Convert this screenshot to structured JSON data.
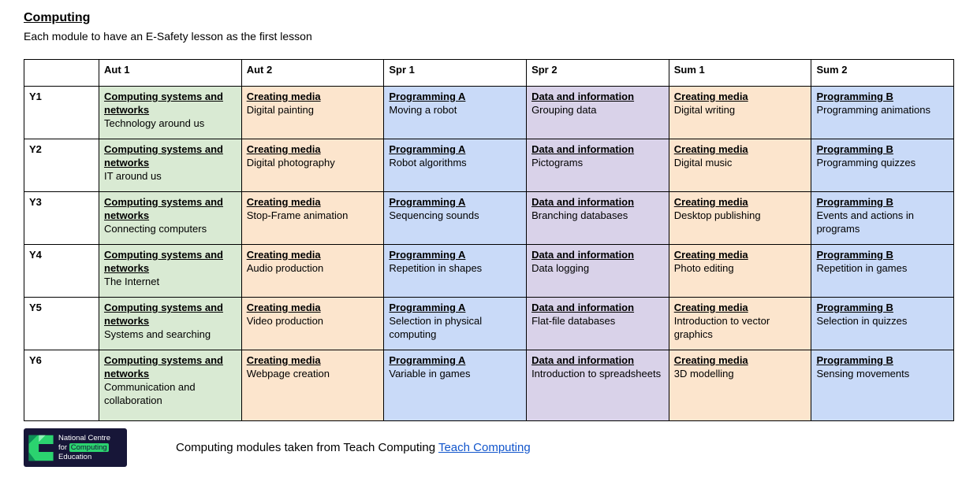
{
  "page": {
    "title": "Computing",
    "subtitle": "Each module to have an E-Safety lesson as the first lesson"
  },
  "colors": {
    "green": "#d9ead3",
    "orange": "#fce5cd",
    "blue": "#c9daf8",
    "purple": "#d9d2e9"
  },
  "table": {
    "headers": [
      "",
      "Aut 1",
      "Aut 2",
      "Spr 1",
      "Spr 2",
      "Sum 1",
      "Sum 2"
    ],
    "rows": [
      {
        "year": "Y1",
        "cells": [
          {
            "category": "Computing systems and networks",
            "topic": "Technology around us",
            "color": "green"
          },
          {
            "category": "Creating media",
            "topic": "Digital painting",
            "color": "orange"
          },
          {
            "category": "Programming A",
            "topic": "Moving a robot",
            "color": "blue"
          },
          {
            "category": "Data and information",
            "topic": "Grouping data",
            "color": "purple"
          },
          {
            "category": "Creating media",
            "topic": "Digital writing",
            "color": "orange"
          },
          {
            "category": "Programming B",
            "topic": "Programming animations",
            "color": "blue"
          }
        ]
      },
      {
        "year": "Y2",
        "cells": [
          {
            "category": "Computing systems and networks",
            "topic": "IT around us",
            "color": "green"
          },
          {
            "category": "Creating media",
            "topic": "Digital photography",
            "color": "orange"
          },
          {
            "category": "Programming A",
            "topic": "Robot algorithms",
            "color": "blue"
          },
          {
            "category": "Data and information",
            "topic": "Pictograms",
            "color": "purple"
          },
          {
            "category": "Creating media",
            "topic": "Digital music",
            "color": "orange"
          },
          {
            "category": "Programming B",
            "topic": "Programming quizzes",
            "color": "blue"
          }
        ]
      },
      {
        "year": "Y3",
        "cells": [
          {
            "category": "Computing systems and networks",
            "topic": "Connecting computers",
            "color": "green"
          },
          {
            "category": "Creating media",
            "topic": "Stop-Frame animation",
            "color": "orange"
          },
          {
            "category": "Programming A",
            "topic": "Sequencing sounds",
            "color": "blue"
          },
          {
            "category": "Data and information",
            "topic": "Branching databases",
            "color": "purple"
          },
          {
            "category": "Creating media",
            "topic": "Desktop publishing",
            "color": "orange"
          },
          {
            "category": "Programming B",
            "topic": "Events and actions in programs",
            "color": "blue"
          }
        ]
      },
      {
        "year": "Y4",
        "cells": [
          {
            "category": "Computing systems and networks",
            "topic": "The Internet",
            "color": "green"
          },
          {
            "category": "Creating media",
            "topic": "Audio production",
            "color": "orange"
          },
          {
            "category": "Programming A",
            "topic": "Repetition in shapes",
            "color": "blue"
          },
          {
            "category": "Data and information",
            "topic": "Data logging",
            "color": "purple"
          },
          {
            "category": "Creating media",
            "topic": "Photo editing",
            "color": "orange"
          },
          {
            "category": "Programming B",
            "topic": "Repetition in games",
            "color": "blue"
          }
        ]
      },
      {
        "year": "Y5",
        "cells": [
          {
            "category": "Computing systems and networks",
            "topic": "Systems and searching",
            "color": "green"
          },
          {
            "category": "Creating media",
            "topic": "Video production",
            "color": "orange"
          },
          {
            "category": "Programming A",
            "topic": "Selection in physical computing",
            "color": "blue"
          },
          {
            "category": "Data and information",
            "topic": "Flat-file databases",
            "color": "purple"
          },
          {
            "category": "Creating media",
            "topic": "Introduction to vector graphics",
            "color": "orange"
          },
          {
            "category": "Programming B",
            "topic": "Selection in quizzes",
            "color": "blue"
          }
        ]
      },
      {
        "year": "Y6",
        "tall": true,
        "cells": [
          {
            "category": "Computing systems and networks",
            "topic": "Communication and collaboration",
            "color": "green"
          },
          {
            "category": "Creating media",
            "topic": "Webpage creation",
            "color": "orange"
          },
          {
            "category": "Programming A",
            "topic": "Variable in games",
            "color": "blue"
          },
          {
            "category": "Data and information",
            "topic": "Introduction to spreadsheets",
            "color": "purple"
          },
          {
            "category": "Creating media",
            "topic": "3D modelling",
            "color": "orange"
          },
          {
            "category": "Programming B",
            "topic": "Sensing movements",
            "color": "blue"
          }
        ]
      }
    ]
  },
  "footer": {
    "logo": {
      "line1": "National Centre",
      "line2_prefix": "for",
      "line2_highlight": "Computing",
      "line3": "Education"
    },
    "text": "Computing modules taken from Teach Computing",
    "link_label": "Teach Computing",
    "link_color": "#1155cc"
  }
}
